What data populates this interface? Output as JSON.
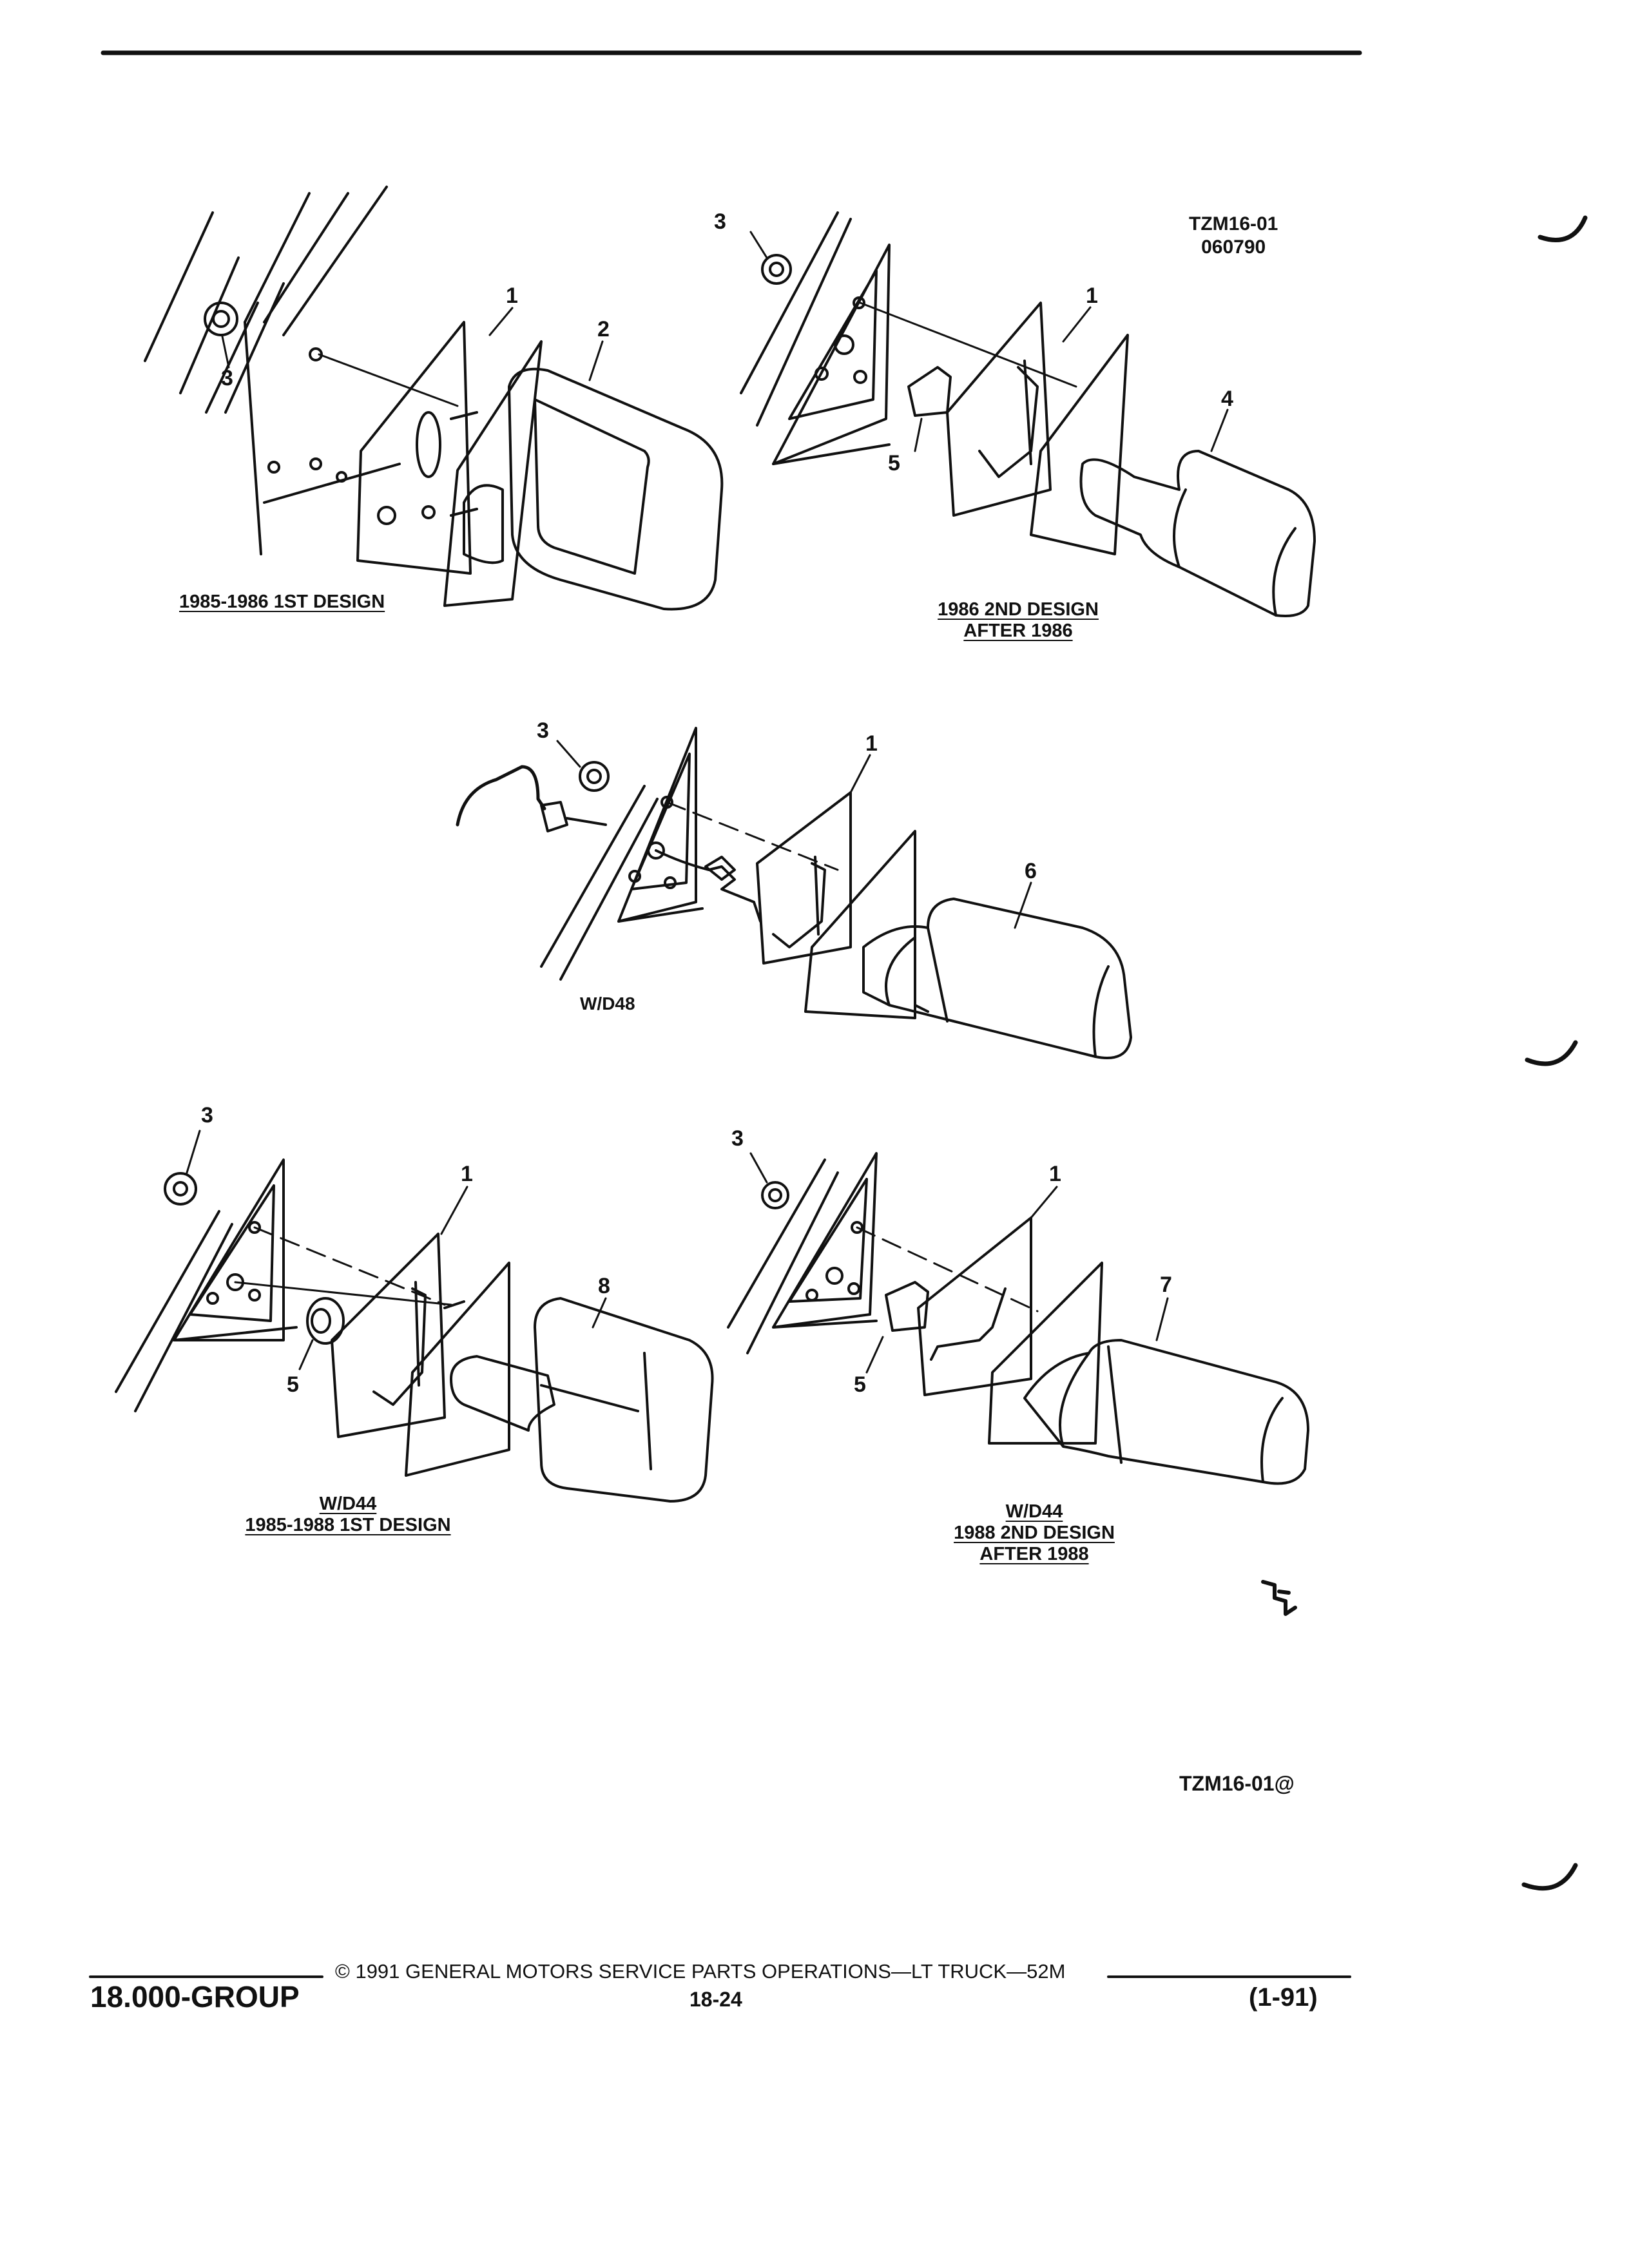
{
  "header": {
    "code": "TZM16-01",
    "date": "060790"
  },
  "captions": {
    "tl": [
      "1985-1986 1ST DESIGN"
    ],
    "tr": [
      "1986 2ND DESIGN",
      "AFTER 1986"
    ],
    "mid": [
      "W/D48"
    ],
    "bl": [
      "W/D44",
      "1985-1988 1ST DESIGN"
    ],
    "br": [
      "W/D44",
      "1988 2ND DESIGN",
      "AFTER 1988"
    ]
  },
  "callouts": {
    "tl": [
      "3",
      "1",
      "2"
    ],
    "tr": [
      "3",
      "1",
      "5",
      "4"
    ],
    "mid": [
      "3",
      "1",
      "6"
    ],
    "bl": [
      "3",
      "1",
      "5",
      "8"
    ],
    "br": [
      "3",
      "1",
      "5",
      "7"
    ]
  },
  "figure_ref": "TZM16-01@",
  "footer": {
    "group": "18.000-GROUP",
    "copyright": "© 1991 GENERAL MOTORS SERVICE PARTS OPERATIONS—LT TRUCK—52M",
    "page": "18-24",
    "date": "(1-91)"
  }
}
